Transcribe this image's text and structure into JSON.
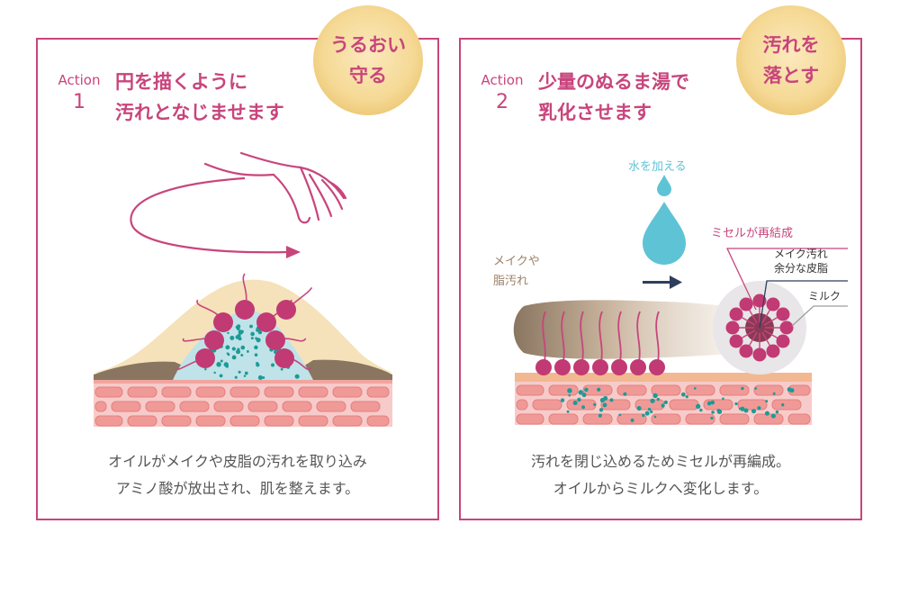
{
  "panels": [
    {
      "action_word": "Action",
      "action_number": "1",
      "headline": [
        "円を描くように",
        "汚れとなじませます"
      ],
      "badge": [
        "うるおい",
        "守る"
      ],
      "caption": [
        "オイルがメイクや皮脂の汚れを取り込み",
        "アミノ酸が放出され、肌を整えます。"
      ]
    },
    {
      "action_word": "Action",
      "action_number": "2",
      "headline": [
        "少量のぬるま湯で",
        "乳化させます"
      ],
      "badge": [
        "汚れを",
        "落とす"
      ],
      "caption": [
        "汚れを閉じ込めるためミセルが再編成。",
        "オイルからミルクへ変化します。"
      ],
      "labels": {
        "water": "水を加える",
        "makeup": [
          "メイクや",
          "脂汚れ"
        ],
        "micelle": "ミセルが再結成",
        "dirt": [
          "メイク汚れ",
          "余分な皮脂"
        ],
        "milk": "ミルク"
      }
    }
  ],
  "colors": {
    "accent": "#c8457c",
    "water": "#5fc3d6",
    "badge": "#f5d995",
    "caption": "#555555",
    "label_brown": "#9b8168"
  }
}
